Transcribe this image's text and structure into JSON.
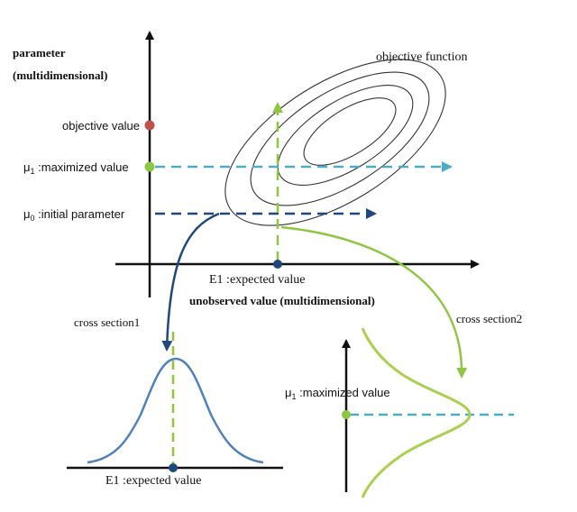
{
  "labels": {
    "parameter_line1": "parameter",
    "parameter_line2": "(multidimensional)",
    "objective_function": "objective function",
    "objective_value": "objective value",
    "mu1_sym": "μ",
    "mu1_sub": "1",
    "mu1_text": " :maximized value",
    "mu0_sym": "μ",
    "mu0_sub": "0",
    "mu0_text": " :initial parameter",
    "e1_axis": "E1 :expected value",
    "unobserved": "unobserved value (multidimensional)",
    "cross_section1": "cross section1",
    "cross_section2": "cross section2",
    "e1_cs1": "E1 :expected value",
    "mu1_cs2_sym": "μ",
    "mu1_cs2_sub": "1",
    "mu1_cs2_text": " :maximized value"
  },
  "colors": {
    "axis": "#111111",
    "red_point": "#c0504d",
    "green": "#8dc63f",
    "light_blue": "#4bacc6",
    "dark_blue": "#1f497d",
    "curve_blue": "#4f81bd",
    "curve_green": "#a9d04f",
    "contour": "#333333"
  }
}
